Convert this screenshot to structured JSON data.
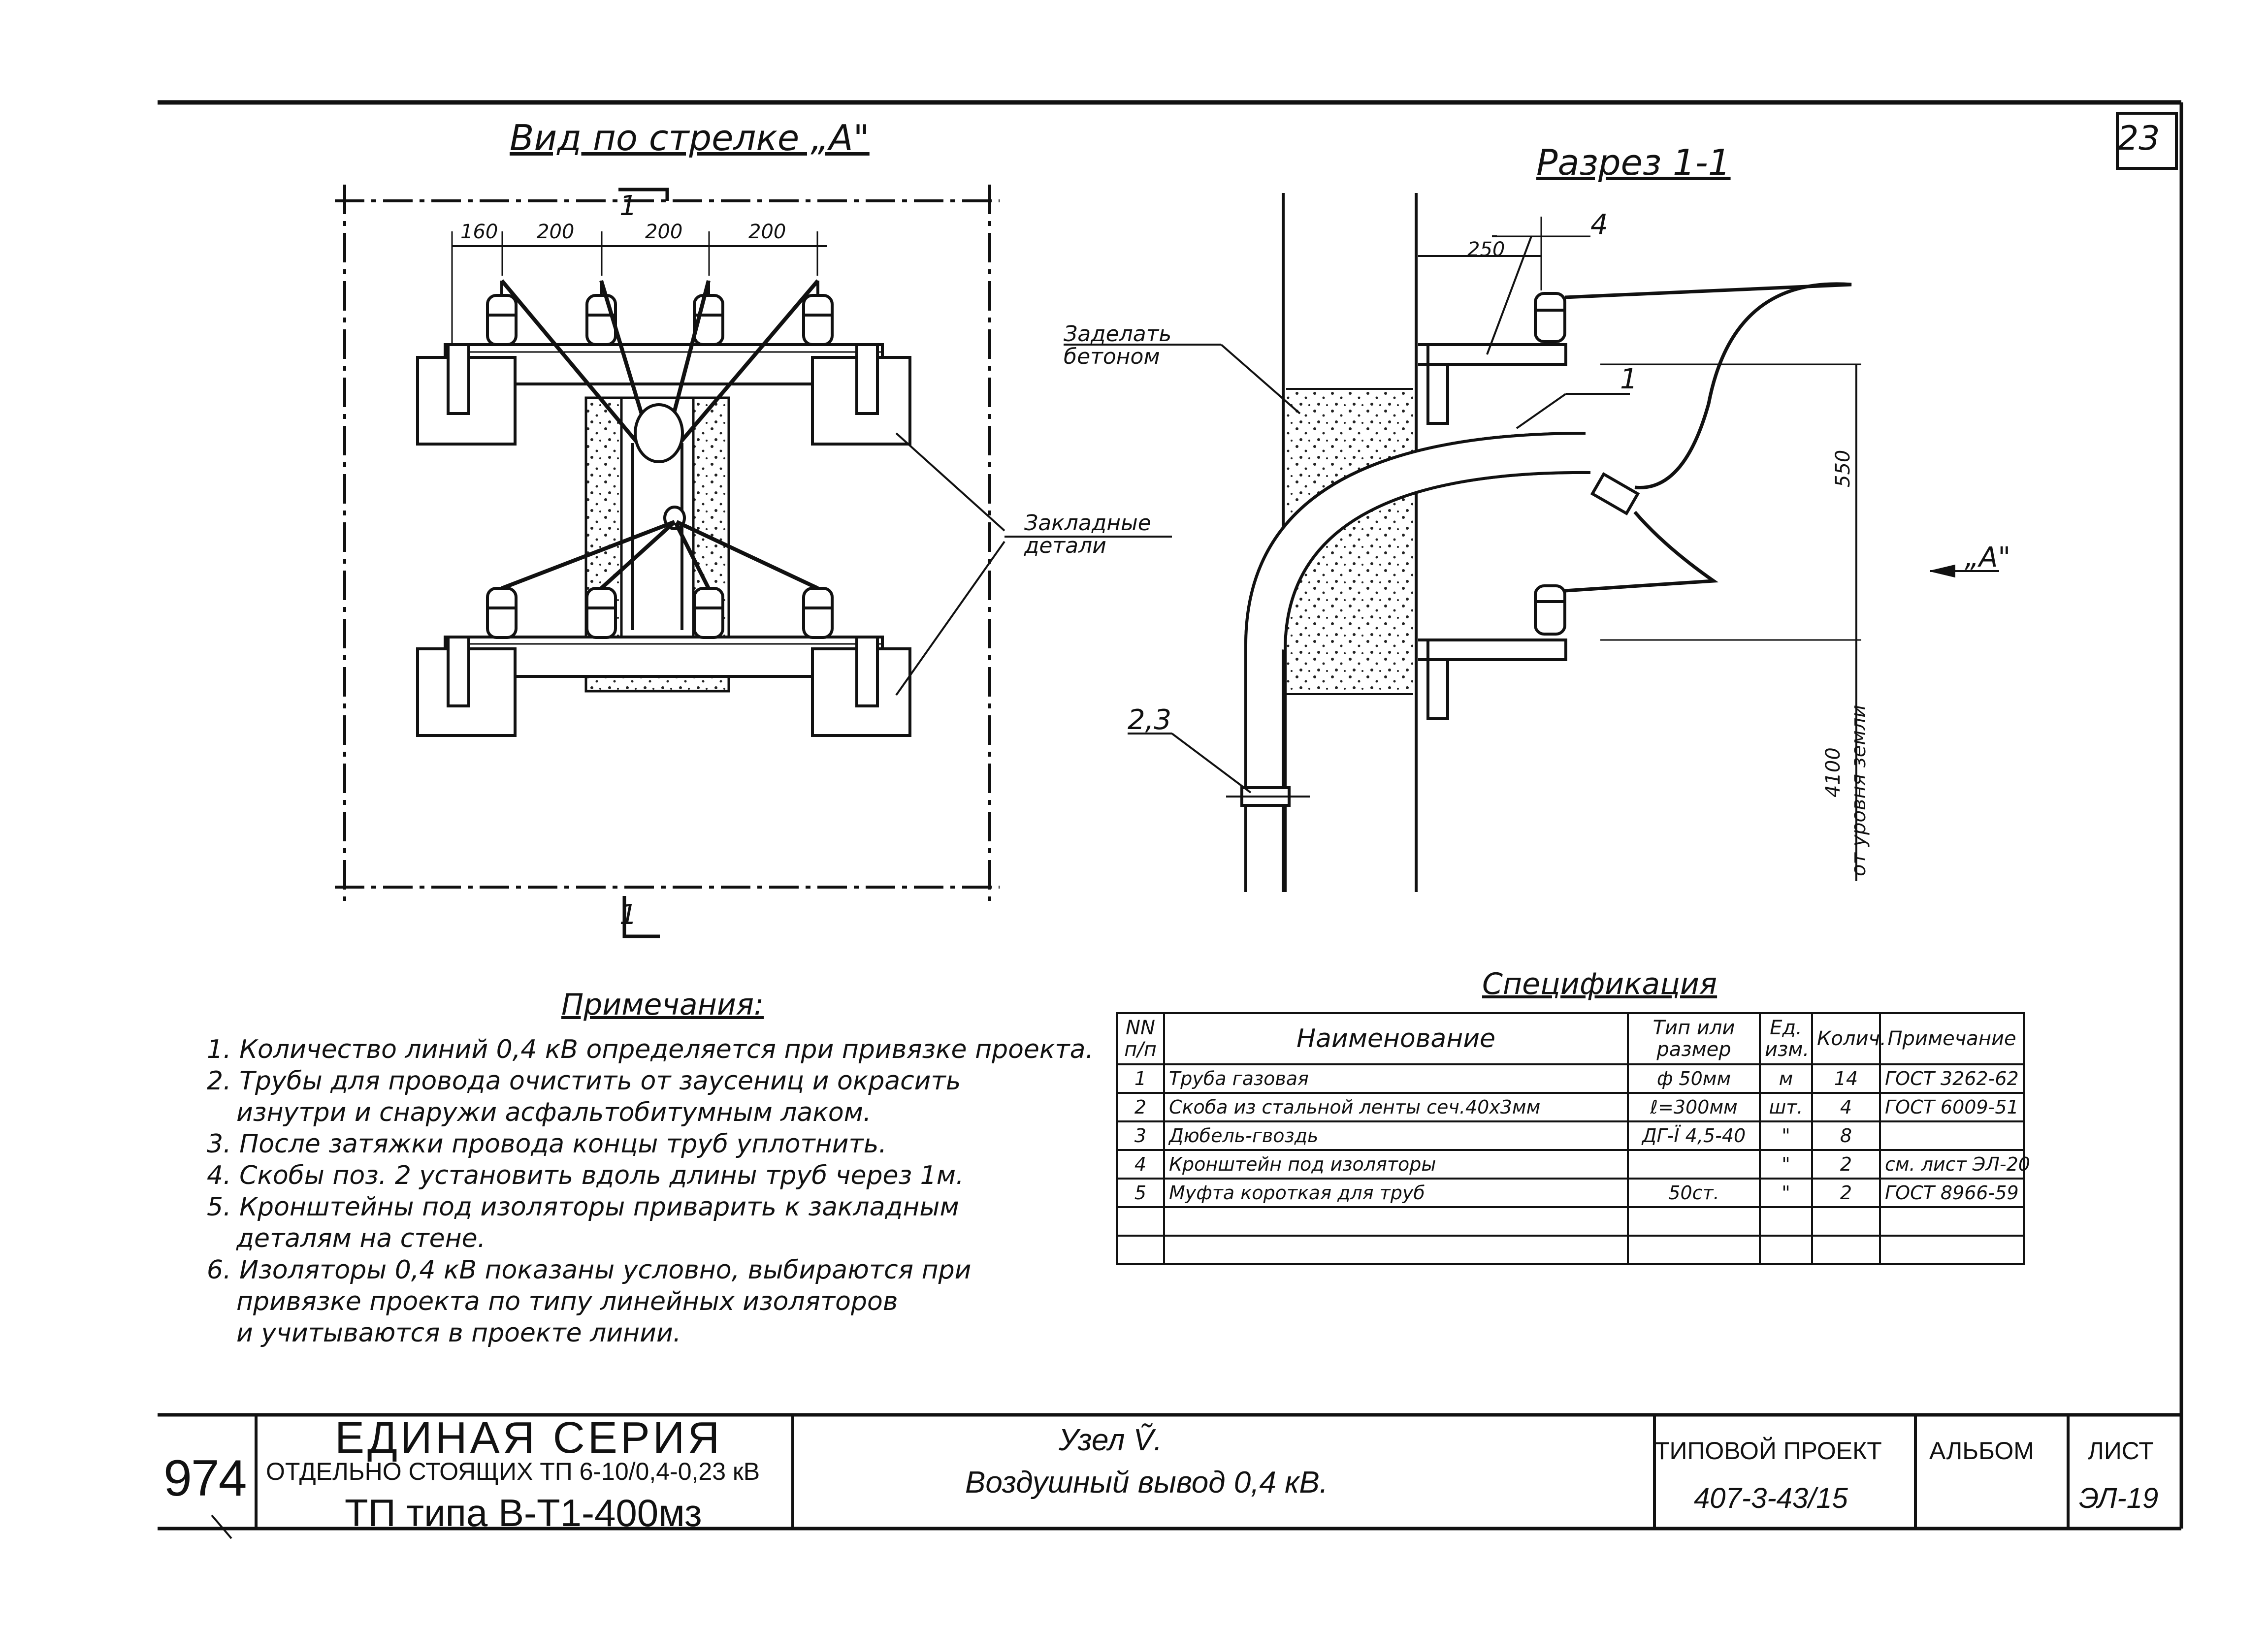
{
  "sheet_number": "23",
  "view_a": {
    "title": "Вид по стрелке „А\"",
    "section_mark_top": "1",
    "section_mark_bottom": "1",
    "dims": [
      "160",
      "200",
      "200",
      "200"
    ],
    "label_embedded": "Закладные детали"
  },
  "section": {
    "title": "Разрез 1-1",
    "label_concrete": "Заделать бетоном",
    "dim_250": "250",
    "dim_550": "550",
    "dim_4100": "4100",
    "dim_4100_note": "от уровня земли",
    "arrow_a": "„А\"",
    "pos_4": "4",
    "pos_1": "1",
    "pos_23": "2,3"
  },
  "notes": {
    "title": "Примечания:",
    "items": [
      "1. Количество линий 0,4 кВ определяется при привязке проекта.",
      "2. Трубы для провода очистить от заусениц и окрасить\nизнутри и снаружи асфальтобитумным лаком.",
      "3. После затяжки провода концы труб уплотнить.",
      "4. Скобы поз. 2 установить вдоль длины труб через 1м.",
      "5. Кронштейны под изоляторы приварить к закладным\nдеталям на стене.",
      "6. Изоляторы 0,4 кВ показаны условно, выбираются при\nпривязке проекта по типу линейных изоляторов\nи учитываются в проекте линии."
    ]
  },
  "spec": {
    "title": "Спецификация",
    "headers": [
      "NN п/п",
      "Наименование",
      "Тип или размер",
      "Ед. изм.",
      "Колич.",
      "Примечание"
    ],
    "rows": [
      [
        "1",
        "Труба газовая",
        "ф 50мм",
        "м",
        "14",
        "ГОСТ 3262-62"
      ],
      [
        "2",
        "Скоба из стальной ленты сеч.40х3мм",
        "ℓ=300мм",
        "шт.",
        "4",
        "ГОСТ 6009-51"
      ],
      [
        "3",
        "Дюбель-гвоздь",
        "ДГ-Ї 4,5-40",
        "\"",
        "8",
        ""
      ],
      [
        "4",
        "Кронштейн под изоляторы",
        "",
        "\"",
        "2",
        "см. лист ЭЛ-20"
      ],
      [
        "5",
        "Муфта короткая для труб",
        "50ст.",
        "\"",
        "2",
        "ГОСТ 8966-59"
      ],
      [
        "",
        "",
        "",
        "",
        "",
        ""
      ],
      [
        "",
        "",
        "",
        "",
        "",
        ""
      ]
    ]
  },
  "title_block": {
    "inv_number": "974",
    "series_1": "ЕДИНАЯ СЕРИЯ",
    "series_2": "ОТДЕЛЬНО СТОЯЩИХ ТП 6-10/0,4-0,23 кВ",
    "series_3": "ТП типа В-Т1-400мз",
    "node": "Узел Ṽ.",
    "node_name": "Воздушный вывод 0,4 кВ.",
    "typical_label": "ТИПОВОЙ ПРОЕКТ",
    "project": "407-3-43/15",
    "album_label": "АЛЬБОМ",
    "sheet_label": "ЛИСТ",
    "sheet": "ЭЛ-19"
  }
}
